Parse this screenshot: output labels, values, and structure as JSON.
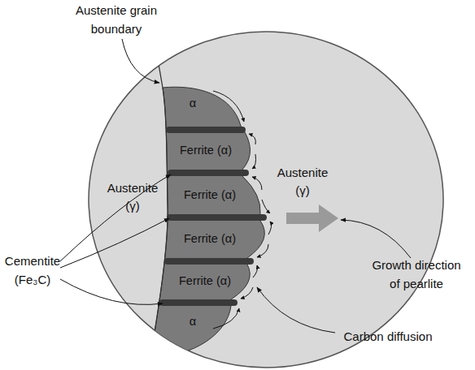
{
  "diagram": {
    "nodes": [
      {
        "text": [
          "Austenite (γ)"
        ]
      },
      {
        "text": [
          "α"
        ]
      },
      {
        "text": [
          "Ferrite (α)"
        ]
      },
      {
        "text": [
          "Ferrite (α)"
        ]
      },
      {
        "text": [
          "Ferrite (α)"
        ]
      },
      {
        "text": [
          "Ferrite (α)"
        ]
      },
      {
        "text": [
          "α"
        ]
      },
      {
        "text": [
          "Austenite (γ)"
        ]
      }
    ],
    "labels": [
      "Austenite grain boundary",
      "Cementite (Fe₃C)",
      "Growth direction of pearlite",
      "Carbon diffusion"
    ]
  }
}
